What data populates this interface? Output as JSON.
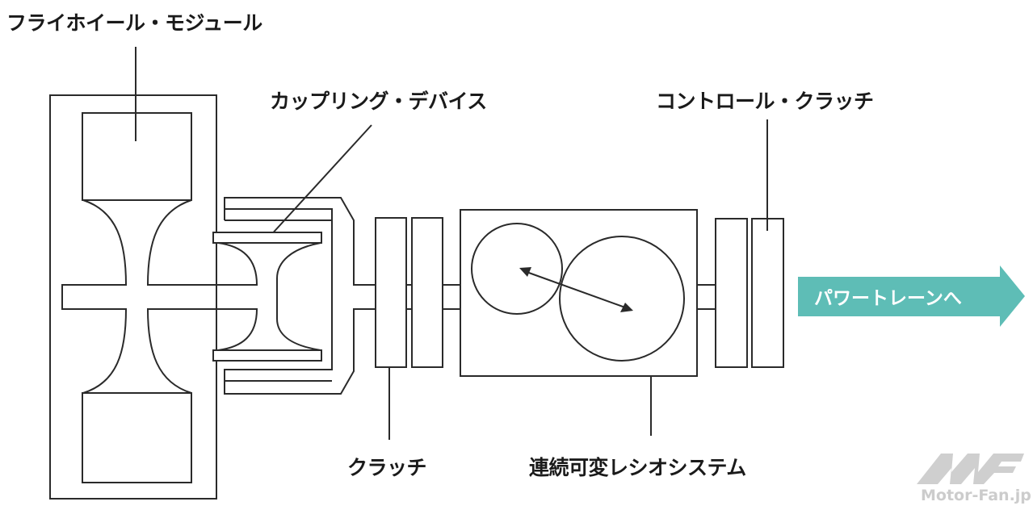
{
  "labels": {
    "flywheel_module": "フライホイール・モジュール",
    "coupling_device": "カップリング・デバイス",
    "control_clutch": "コントロール・クラッチ",
    "clutch": "クラッチ",
    "cvt": "連続可変レシオシステム",
    "to_powertrain": "パワートレーンへ"
  },
  "logo": {
    "text": "Motor-Fan.jp"
  },
  "colors": {
    "line": "#2a2a2a",
    "arrow": "#5ebdb6",
    "logo": "#c8c8c8"
  }
}
